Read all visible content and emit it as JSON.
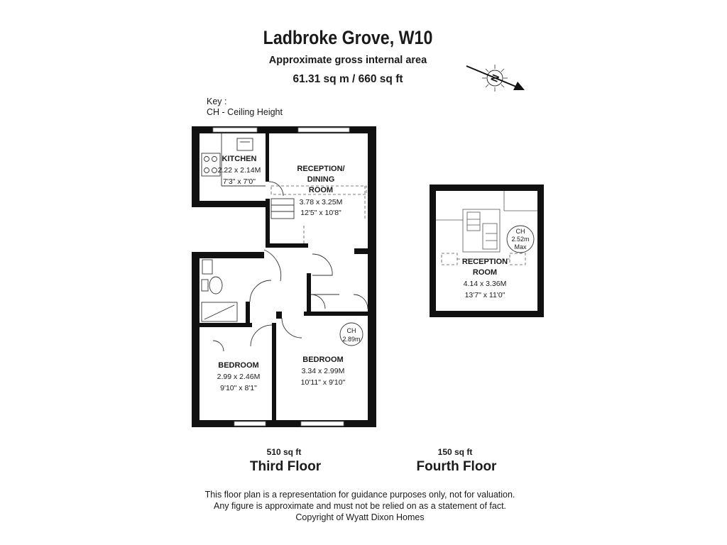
{
  "header": {
    "title": "Ladbroke Grove, W10",
    "subtitle": "Approximate gross internal area",
    "area": "61.31 sq m /  660 sq ft"
  },
  "compass": {
    "label": "N",
    "icon": "north-arrow-icon"
  },
  "key": {
    "heading": "Key :",
    "item": "CH - Ceiling Height"
  },
  "third_floor": {
    "name": "Third Floor",
    "sqft": "510 sq ft",
    "rooms": {
      "kitchen": {
        "name": "KITCHEN",
        "metric": "2.22 x 2.14M",
        "imperial": "7'3\" x 7'0\""
      },
      "reception": {
        "name_1": "RECEPTION/",
        "name_2": "DINING",
        "name_3": "ROOM",
        "metric": "3.78 x 3.25M",
        "imperial": "12'5\" x 10'8\""
      },
      "bedroom_left": {
        "name": "BEDROOM",
        "metric": "2.99 x 2.46M",
        "imperial": "9'10\" x 8'1\""
      },
      "bedroom_right": {
        "name": "BEDROOM",
        "metric": "3.34 x 2.99M",
        "imperial": "10'11\" x 9'10\""
      }
    },
    "ceiling": {
      "label": "CH",
      "value": "2.89m"
    }
  },
  "fourth_floor": {
    "name": "Fourth Floor",
    "sqft": "150 sq ft",
    "rooms": {
      "reception": {
        "name_1": "RECEPTION",
        "name_2": "ROOM",
        "metric": "4.14 x 3.36M",
        "imperial": "13'7\" x 11'0\""
      }
    },
    "ceiling": {
      "label": "CH",
      "value": "2.52m",
      "note": "Max"
    }
  },
  "disclaimer": {
    "line1": "This floor plan is a representation for guidance purposes only, not for valuation.",
    "line2": "Any figure is approximate and must not be relied on as a statement of fact.",
    "line3": "Copyright of Wyatt Dixon Homes"
  }
}
